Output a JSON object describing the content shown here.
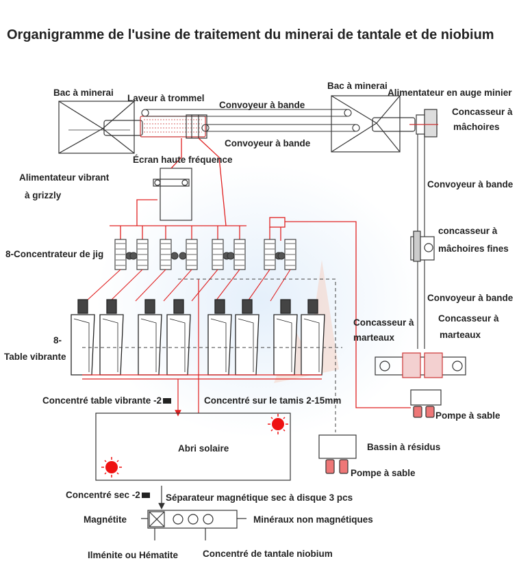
{
  "title": "Organigramme de l'usine de traitement du minerai de tantale et de niobium",
  "labels": {
    "bac_left": "Bac à minerai",
    "laveur": "Laveur à trommel",
    "convoyeur_top": "Convoyeur à bande",
    "bac_right": "Bac à minerai",
    "alimentateur_auge": "Alimentateur en auge minier",
    "concasseur_machoires_1": "Concasseur à",
    "concasseur_machoires_2": "mâchoires",
    "convoyeur_mid": "Convoyeur à bande",
    "ecran": "Écran haute fréquence",
    "alim_vibrant_1": "Alimentateur vibrant",
    "alim_vibrant_2": "à grizzly",
    "convoyeur_right_1": "Convoyeur à bande",
    "concasseur_fines_1": "concasseur à",
    "concasseur_fines_2": "mâchoires fines",
    "jig": "8-Concentrateur de jig",
    "convoyeur_right_2": "Convoyeur à bande",
    "marteaux_left_1": "Concasseur à",
    "marteaux_left_2": "marteaux",
    "marteaux_right_1": "Concasseur à",
    "marteaux_right_2": "marteaux",
    "table_1": "8-",
    "table_2": "Table vibrante",
    "concentre_table": "Concentré table vibrante",
    "concentre_table_unit": "-2",
    "concentre_tamis": "Concentré sur le tamis 2-15mm",
    "pompe_sable_1": "Pompe à sable",
    "abri": "Abri solaire",
    "bassin": "Bassin à résidus",
    "pompe_sable_2": "Pompe à sable",
    "concentre_sec": "Concentré sec",
    "concentre_sec_unit": "-2",
    "separateur": "Séparateur magnétique sec à disque 3 pcs",
    "magnetite": "Magnétite",
    "non_magnetiques": "Minéraux non magnétiques",
    "ilmenite": "Ilménite ou Hématite",
    "tantale": "Concentré de tantale niobium"
  },
  "colors": {
    "line_red": "#e02020",
    "equipment": "#333333",
    "sun": "#ee1111",
    "dash": "#444444"
  }
}
